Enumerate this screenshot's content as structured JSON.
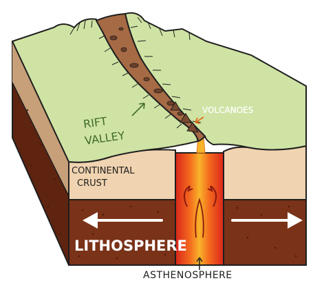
{
  "labels": {
    "rift_valley_line1": "RIFT",
    "rift_valley_line2": "VALLEY",
    "volcanoes": "VOLCANOES",
    "continental_crust_line1": "CONTINENTAL",
    "continental_crust_line2": "CRUST",
    "lithosphere": "LITHOSPHERE",
    "asthenosphere": "ASTHENOSPHERE"
  },
  "colors": {
    "surface_green": "#cfe3a4",
    "crust_tan": "#f0d3b0",
    "crust_tan_side": "#e6c49c",
    "lithosphere_brown": "#7a3218",
    "lithosphere_side": "#5e2410",
    "magma_orange": "#f46a1e",
    "magma_red": "#d8261a",
    "magma_yellow": "#f7b42a",
    "rift_brown": "#a66a45",
    "outline": "#1e1e1e",
    "label_green": "#3f6b2a",
    "arrow_white": "#ffffff"
  },
  "icons": {
    "plate_motion_left": "arrow-left-icon",
    "plate_motion_right": "arrow-right-icon",
    "magma_upwelling": "arrow-up-icon"
  }
}
